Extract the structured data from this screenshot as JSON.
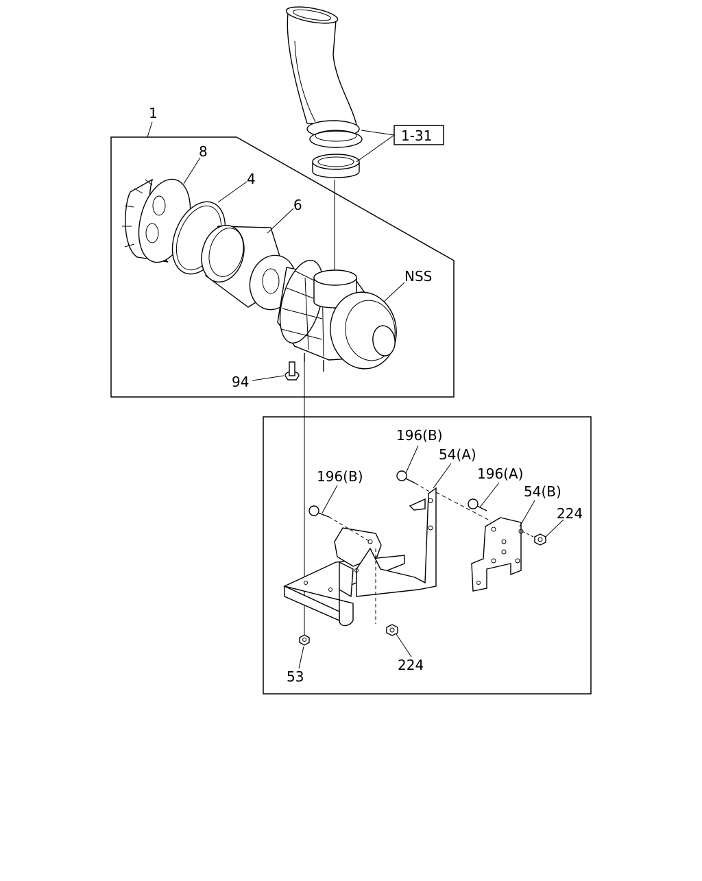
{
  "callouts": {
    "assembly": "1",
    "cover": "8",
    "seal_ring": "4",
    "element": "6",
    "intake_ref": "1-31",
    "housing": "NSS",
    "valve": "94",
    "bolt_left": "196(B)",
    "bolt_top": "196(B)",
    "bracket_a": "54(A)",
    "bolt_right": "196(A)",
    "bracket_b": "54(B)",
    "nut_right": "224",
    "nut_bottom": "224",
    "nut_left": "53"
  }
}
